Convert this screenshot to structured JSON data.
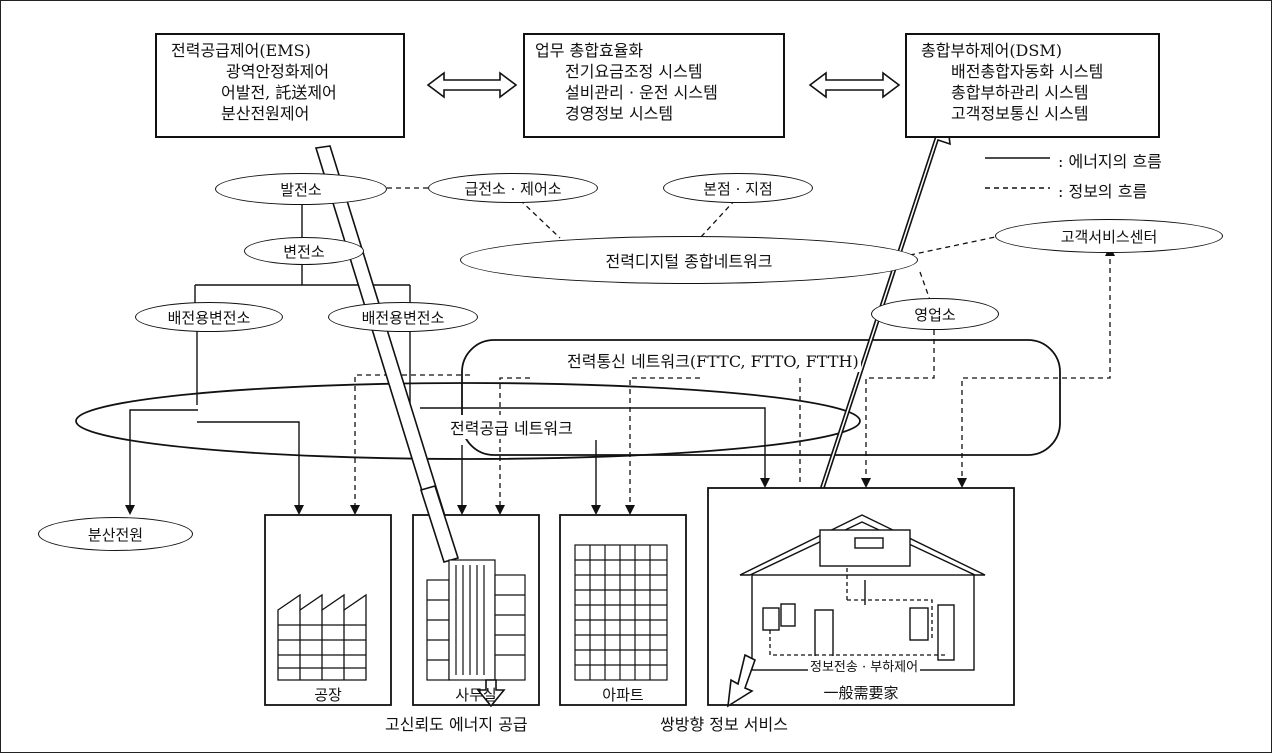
{
  "top_boxes": {
    "ems": {
      "lines": [
        "전력공급제어(EMS)",
        "광역안정화제어",
        "어발전, 託送제어",
        "분산전원제어"
      ]
    },
    "efficiency": {
      "lines": [
        "업무 총합효율화",
        "전기요금조정 시스템",
        "설비관리 · 운전 시스템",
        "경영정보 시스템"
      ]
    },
    "dsm": {
      "lines": [
        "총합부하제어(DSM)",
        "배전총합자동화 시스템",
        "총합부하관리 시스템",
        "고객정보통신 시스템"
      ]
    }
  },
  "legend": {
    "energy": ": 에너지의 흐름",
    "info": ": 정보의 흐름"
  },
  "nodes": {
    "power_plant": "발전소",
    "dispatch": "급전소 · 제어소",
    "head_office": "본점 · 지점",
    "substation": "변전소",
    "digital_network": "전력디지털 종합네트워크",
    "customer_center": "고객서비스센터",
    "dist_substation_1": "배전용변전소",
    "dist_substation_2": "배전용변전소",
    "sales_office": "영업소",
    "distributed_power": "분산전원"
  },
  "networks": {
    "comm": "전력통신 네트워크(FTTC, FTTO, FTTH)",
    "supply": "전력공급 네트워크"
  },
  "consumers": {
    "factory": "공장",
    "office": "사무실",
    "apartment": "아파트",
    "house": "一般需要家",
    "house_inner": "정보전송 · 부하제어"
  },
  "footer": {
    "energy_supply": "고신뢰도 에너지 공급",
    "info_service": "쌍방향 정보 서비스"
  }
}
